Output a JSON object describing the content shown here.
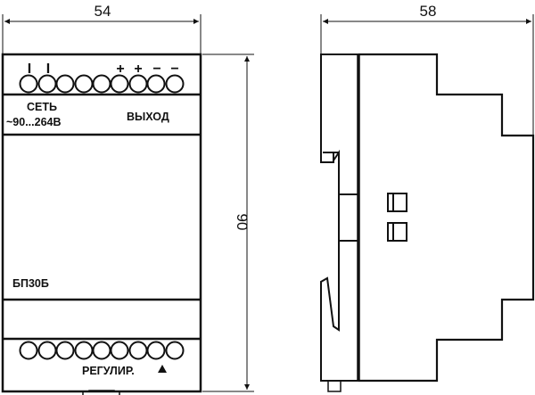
{
  "front_view": {
    "width_dimension": "54",
    "height_dimension": "90",
    "top_terminal_marks": [
      "I",
      "I",
      "",
      "",
      "",
      "+",
      "+",
      "−",
      "−"
    ],
    "input_label_line1": "СЕТЬ",
    "input_label_line2": "~90...264В",
    "output_label": "ВЫХОД",
    "model_label": "БП30Б",
    "adjust_label": "РЕГУЛИР.",
    "top_terminal_count": 9,
    "bottom_terminal_count": 9
  },
  "side_view": {
    "depth_dimension": "58"
  },
  "colors": {
    "line": "#111111",
    "background": "#ffffff"
  }
}
